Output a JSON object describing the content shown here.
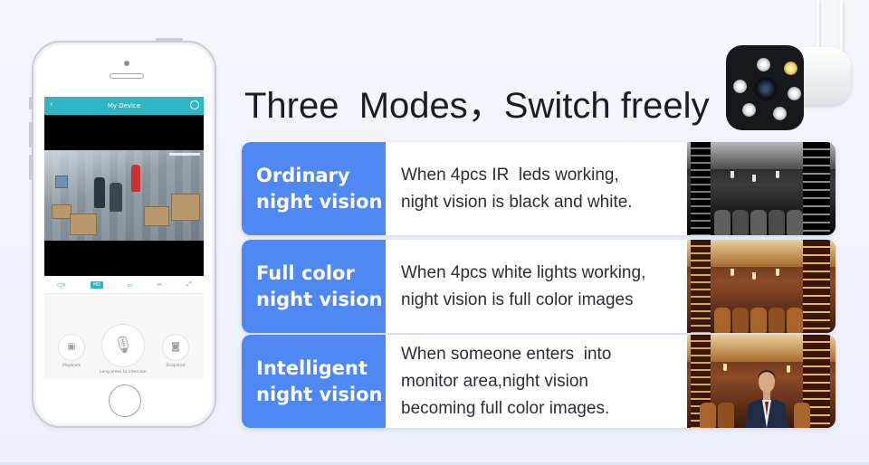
{
  "headline": "Three  Modes，Switch freely",
  "phone_app": {
    "title": "My Device",
    "back_icon": "back-arrow-icon",
    "settings_icon": "gear-icon",
    "controls": {
      "mute_icon": "speaker-mute-icon",
      "hd_label": "HD",
      "record_icon": "record-icon",
      "cut_icon": "scissors-icon",
      "fullscreen_icon": "fullscreen-icon"
    },
    "playback_label": "Playback",
    "intercom_label": "Long press to intercom",
    "snapshot_label": "Snapshot"
  },
  "modes": [
    {
      "title_line1": "Ordinary",
      "title_line2": "night vision",
      "desc_line1": "When 4pcs IR  leds working,",
      "desc_line2": "night vision is black and white.",
      "desc_line3": "",
      "image": "black-and-white-night-vision-bar-interior"
    },
    {
      "title_line1": "Full color",
      "title_line2": "night vision",
      "desc_line1": "When 4pcs white lights working,",
      "desc_line2": "night vision is full color images",
      "desc_line3": "",
      "image": "full-color-night-vision-bar-interior"
    },
    {
      "title_line1": "Intelligent",
      "title_line2": "night vision",
      "desc_line1": "When someone enters  into",
      "desc_line2": "monitor area,night vision",
      "desc_line3": "becoming full color images.",
      "image": "intelligent-night-vision-person-in-bar"
    }
  ],
  "colors": {
    "label_blue": "#4f88f2",
    "app_teal": "#2fb6c2",
    "headline": "#1b1d24"
  }
}
